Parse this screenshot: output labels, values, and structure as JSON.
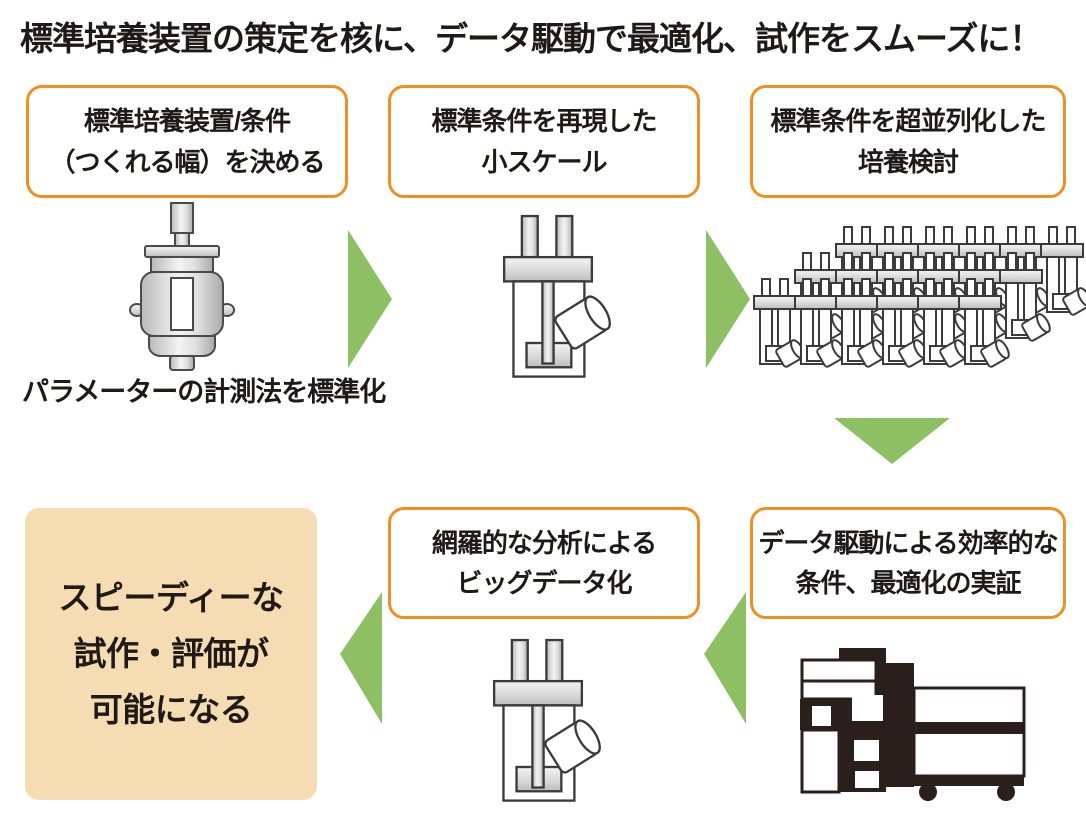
{
  "title": "標準培養装置の策定を核に、データ駆動で最適化、試作をスムーズに！",
  "colors": {
    "accent_orange": "#EE9122",
    "accent_green": "#8DC063",
    "result_fill": "#F6DCB2",
    "machine_dark": "#2A1F1B"
  },
  "flow": {
    "step1": {
      "line1": "標準培養装置/条件",
      "line2": "（つくれる幅）を決める",
      "icon": "bioreactor-icon",
      "caption": "パラメーターの計測法を標準化"
    },
    "step2": {
      "line1": "標準条件を再現した",
      "line2": "小スケール",
      "icon": "small-scale-vessel-icon"
    },
    "step3": {
      "line1": "標準条件を超並列化した",
      "line2": "培養検討",
      "icon": "parallel-vessels-icon"
    },
    "step4": {
      "line1": "データ駆動による効率的な",
      "line2": "条件、最適化の実証",
      "icon": "analyzer-machine-icon"
    },
    "step5": {
      "line1": "網羅的な分析による",
      "line2": "ビッグデータ化",
      "icon": "small-scale-vessel-icon"
    },
    "result": {
      "line1": "スピーディーな",
      "line2": "試作・評価が",
      "line3": "可能になる"
    }
  }
}
